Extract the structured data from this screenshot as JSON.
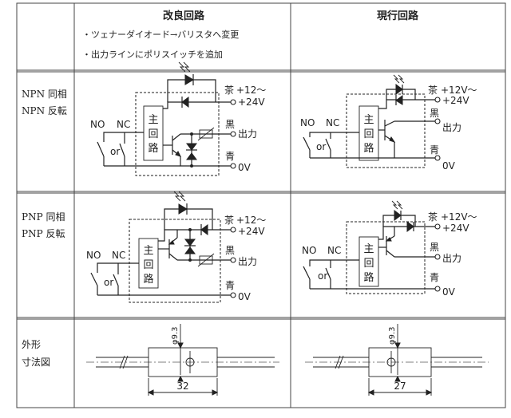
{
  "header": {
    "improved": "改良回路",
    "current": "現行回路"
  },
  "notes": [
    "・ツェナーダイオード→バリスタへ変更",
    "・出力ラインにポリスイッチを追加"
  ],
  "rows": {
    "npn": {
      "line1": "NPN 同相",
      "line2": "NPN 反転"
    },
    "pnp": {
      "line1": "PNP 同相",
      "line2": "PNP 反転"
    },
    "dims": {
      "line1": "外形",
      "line2": "寸法図"
    }
  },
  "circuit": {
    "no": "NO",
    "nc": "NC",
    "or": "or",
    "main_chars": [
      "主",
      "回",
      "路"
    ],
    "brown": "茶",
    "plus12": "+12～",
    "plus24": "+24V",
    "plus12_current": "+12V～",
    "black": "黒",
    "output": "出力",
    "blue": "青",
    "zero_v": "0V"
  },
  "dims": {
    "diameter": "φ9.3",
    "length_improved": "32",
    "length_current": "27"
  }
}
